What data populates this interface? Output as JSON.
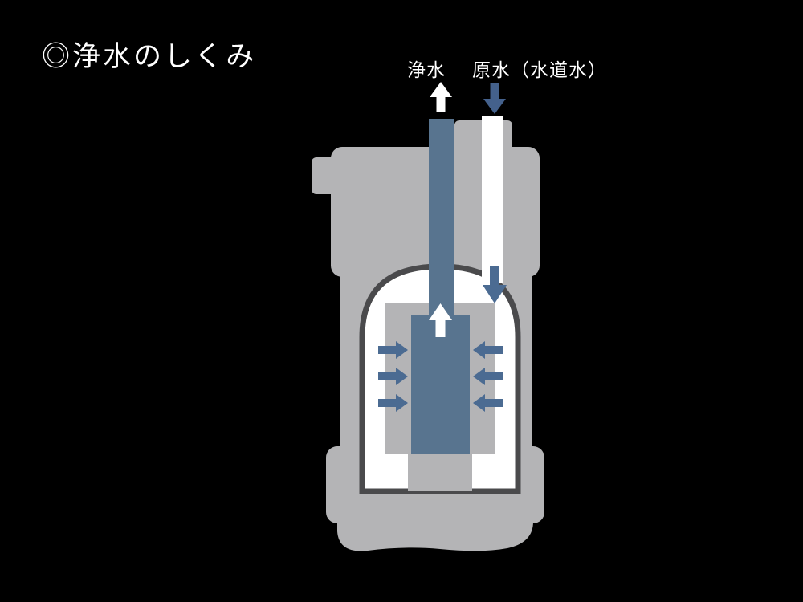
{
  "title": "◎浄水のしくみ",
  "labels": {
    "purified": "浄水",
    "raw": "原水（水道水）"
  },
  "icons": {
    "purified_out_arrow": "↑",
    "raw_in_arrow": "↓",
    "chamber_inlet_arrow": "↓",
    "filter_top_arrow": "↑",
    "flow_left_arrows": "→",
    "flow_right_arrows": "←"
  },
  "colors": {
    "background": "#000000",
    "text_white": "#ffffff",
    "body_gray": "#b4b4b6",
    "outline_dark": "#4a4a4c",
    "chamber_white": "#ffffff",
    "filter_blue": "#58748f",
    "arrow_blue": "#4b6b92",
    "inlet_arrow_blue": "#44618c"
  }
}
